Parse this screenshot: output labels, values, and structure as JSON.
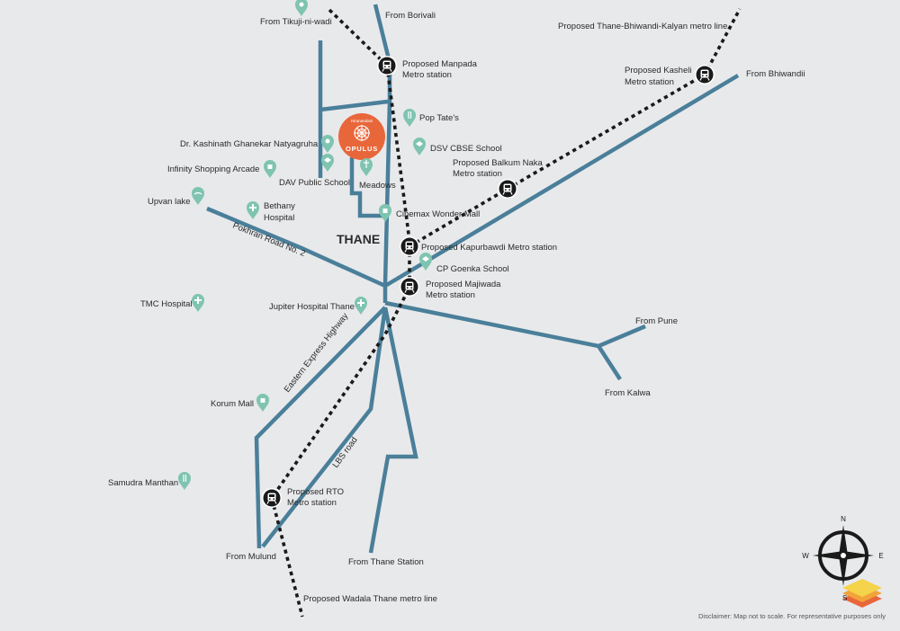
{
  "colors": {
    "background": "#e8e9eb",
    "road": "#4a7f9a",
    "metro": "#1a1a1a",
    "poi": "#7fc4b0",
    "project": "#e8673a",
    "station": "#1a1a1a"
  },
  "city": "THANE",
  "project": {
    "brand": "Hiranandani",
    "name": "OPULUS"
  },
  "roads": {
    "pokhran": "Pokhran Road No. 2",
    "eastern_express": "Eastern Express Highway",
    "lbs": "LBS road"
  },
  "directions": {
    "tikuji": "From Tikuji-ni-wadi",
    "borivali": "From Borivali",
    "bhiwandi": "From Bhiwandii",
    "pune": "From Pune",
    "kalwa": "From Kalwa",
    "mulund": "From Mulund",
    "thane_station": "From Thane Station"
  },
  "metro_lines": {
    "tbk": "Proposed Thane-Bhiwandi-Kalyan metro line",
    "wadala": "Proposed Wadala Thane metro line"
  },
  "stations": {
    "manpada": [
      "Proposed Manpada",
      "Metro station"
    ],
    "kasheli": [
      "Proposed Kasheli",
      "Metro station"
    ],
    "balkum": [
      "Proposed Balkum Naka",
      "Metro station"
    ],
    "kapurbawdi": "Proposed Kapurbawdi Metro station",
    "majiwada": [
      "Proposed Majiwada",
      "Metro station"
    ],
    "rto": [
      "Proposed RTO",
      "Metro station"
    ]
  },
  "pois": {
    "pop_tates": "Pop Tate's",
    "natyagruha": "Dr. Kashinath Ghanekar Natyagruha",
    "dsv": "DSV CBSE School",
    "infinity": "Infinity Shopping Arcade",
    "dav": "DAV Public School",
    "meadows": "Meadows",
    "upvan": "Upvan lake",
    "bethany": [
      "Bethany",
      "Hospital"
    ],
    "cinemax": "Cinemax Wonder Mall",
    "cp_goenka": "CP Goenka School",
    "tmc": "TMC Hospital",
    "jupiter": "Jupiter Hospital Thane",
    "korum": "Korum Mall",
    "samudra": "Samudra Manthan"
  },
  "compass": {
    "n": "N",
    "s": "S",
    "e": "E",
    "w": "W"
  },
  "disclaimer": "Disclaimer: Map not to scale. For representative purposes only"
}
